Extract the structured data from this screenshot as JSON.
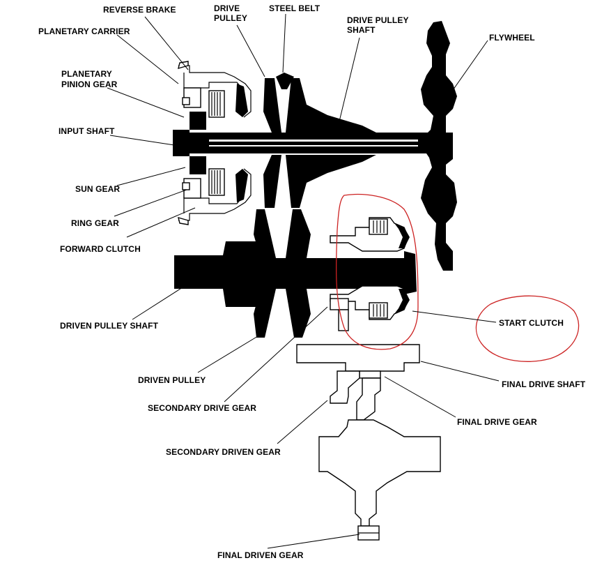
{
  "labels": {
    "reverse_brake": "REVERSE BRAKE",
    "drive_pulley_line1": "DRIVE",
    "drive_pulley_line2": "PULLEY",
    "steel_belt": "STEEL BELT",
    "drive_pulley_shaft_line1": "DRIVE PULLEY",
    "drive_pulley_shaft_line2": "SHAFT",
    "flywheel": "FLYWHEEL",
    "planetary_carrier": "PLANETARY CARRIER",
    "planetary_pinion_gear_line1": "PLANETARY",
    "planetary_pinion_gear_line2": "PINION GEAR",
    "input_shaft": "INPUT SHAFT",
    "sun_gear": "SUN GEAR",
    "ring_gear": "RING GEAR",
    "forward_clutch": "FORWARD CLUTCH",
    "driven_pulley_shaft": "DRIVEN PULLEY SHAFT",
    "start_clutch": "START CLUTCH",
    "driven_pulley": "DRIVEN PULLEY",
    "final_drive_shaft": "FINAL DRIVE SHAFT",
    "secondary_drive_gear": "SECONDARY DRIVE GEAR",
    "final_drive_gear": "FINAL DRIVE GEAR",
    "secondary_driven_gear": "SECONDARY DRIVEN GEAR",
    "final_driven_gear": "FINAL DRIVEN GEAR"
  },
  "colors": {
    "ink": "#000000",
    "background": "#ffffff",
    "annotation_red": "#cc2222"
  }
}
